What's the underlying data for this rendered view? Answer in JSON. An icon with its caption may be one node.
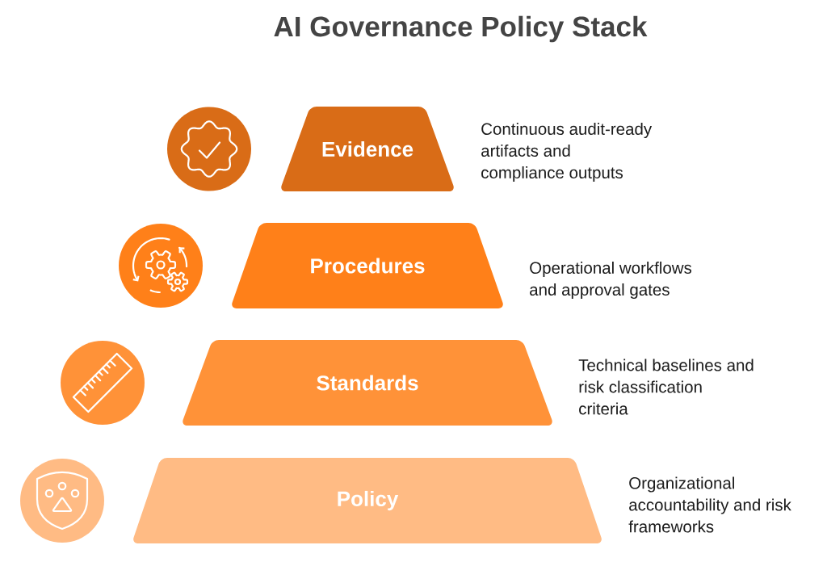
{
  "diagram": {
    "title": "AI Governance Policy Stack",
    "nodes": [
      {
        "text": [
          "Evidence"
        ],
        "beside": [
          "Continuous audit-ready artifacts and compliance outputs"
        ]
      },
      {
        "text": [
          "Procedures"
        ],
        "beside": [
          "Operational workflows and approval gates"
        ]
      },
      {
        "text": [
          "Standards"
        ],
        "beside": [
          "Technical baselines and risk classification criteria"
        ]
      },
      {
        "text": [
          "Policy"
        ],
        "beside": [
          "Organizational accountability and risk frameworks"
        ]
      }
    ]
  }
}
